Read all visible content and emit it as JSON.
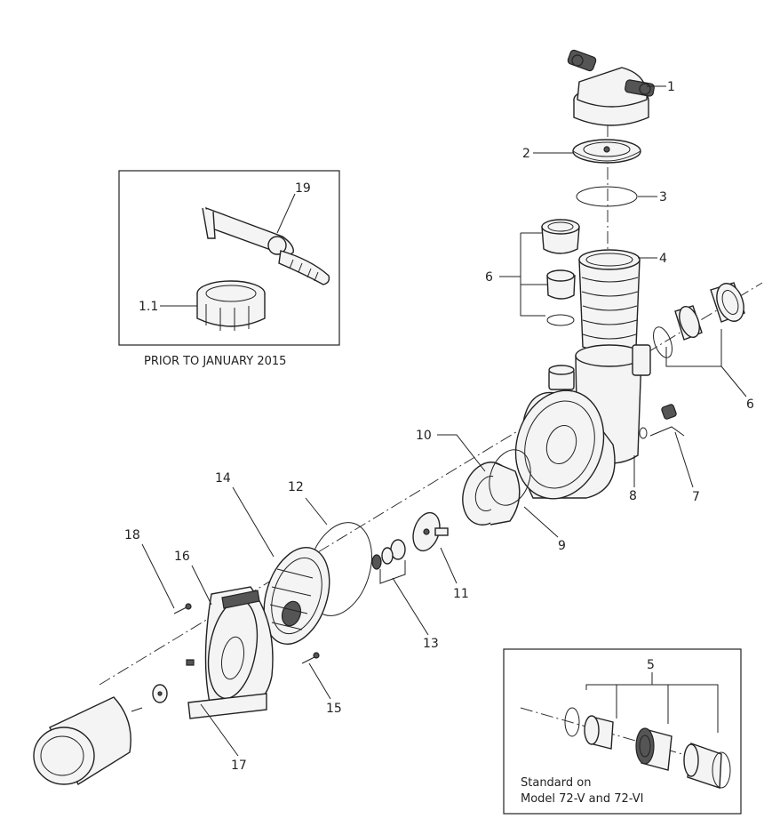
{
  "diagram": {
    "part_labels": [
      "1",
      "2",
      "3",
      "4",
      "5",
      "6",
      "6",
      "7",
      "8",
      "9",
      "10",
      "11",
      "12",
      "13",
      "14",
      "15",
      "16",
      "17",
      "18",
      "19",
      "1.1"
    ],
    "inset_prior": {
      "caption": "PRIOR TO JANUARY 2015"
    },
    "inset_standard": {
      "caption_line1": "Standard on",
      "caption_line2": "Model 72-V and 72-VI"
    }
  }
}
